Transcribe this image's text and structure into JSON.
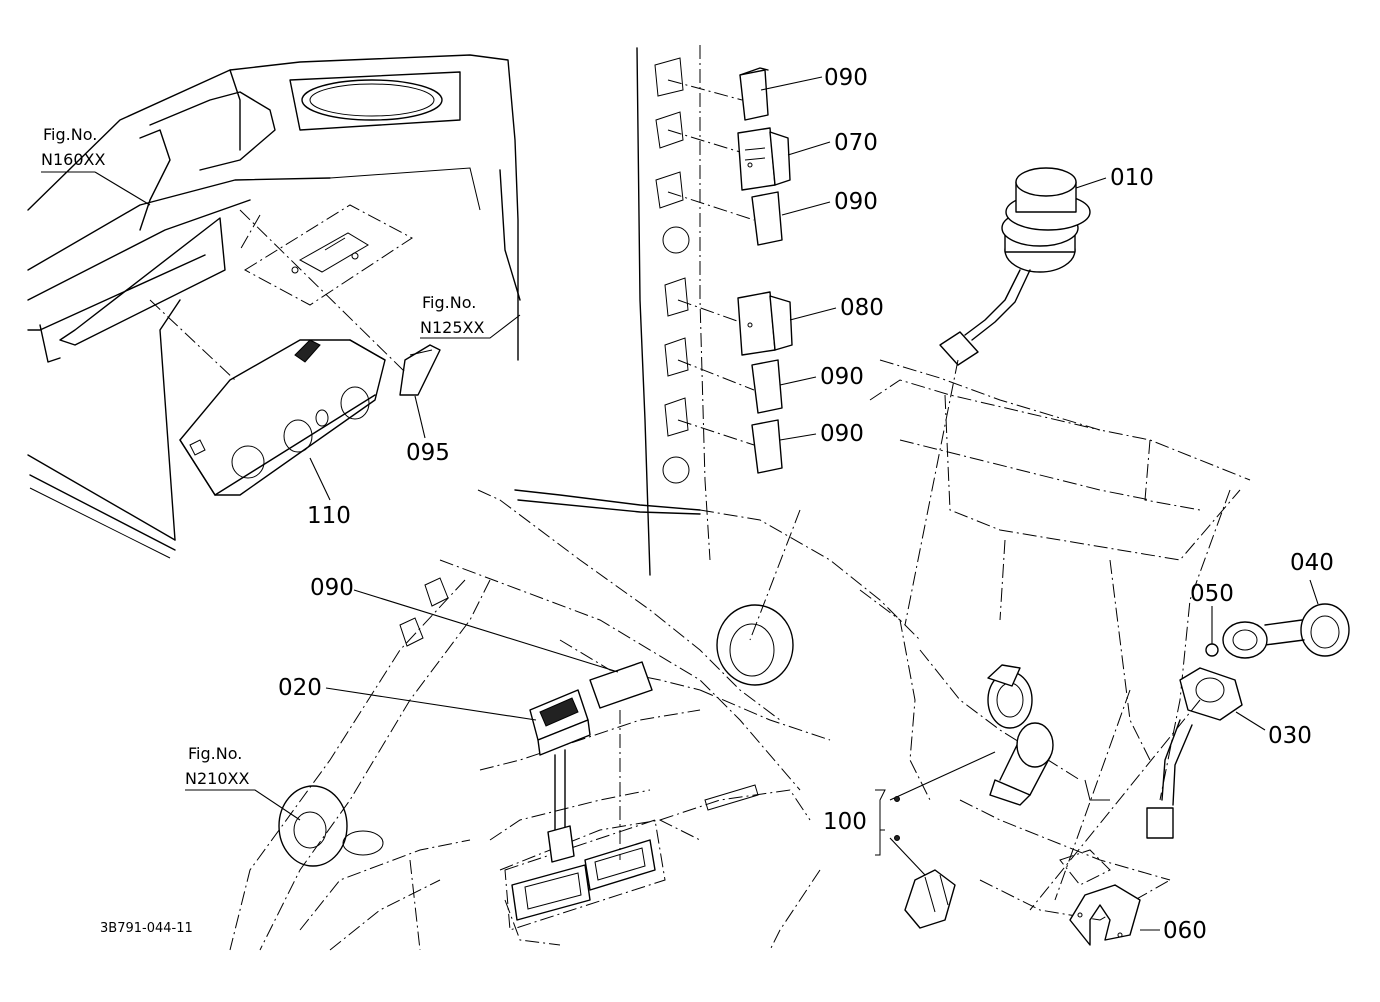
{
  "diagram": {
    "drawing_number": "3B791-044-11",
    "fig_refs": [
      {
        "caption": "Fig.No.",
        "number": "N160XX"
      },
      {
        "caption": "Fig.No.",
        "number": "N125XX"
      },
      {
        "caption": "Fig.No.",
        "number": "N210XX"
      }
    ],
    "part_labels": [
      "090",
      "070",
      "090",
      "010",
      "080",
      "090",
      "090",
      "095",
      "110",
      "090",
      "020",
      "040",
      "050",
      "030",
      "100",
      "060"
    ]
  }
}
